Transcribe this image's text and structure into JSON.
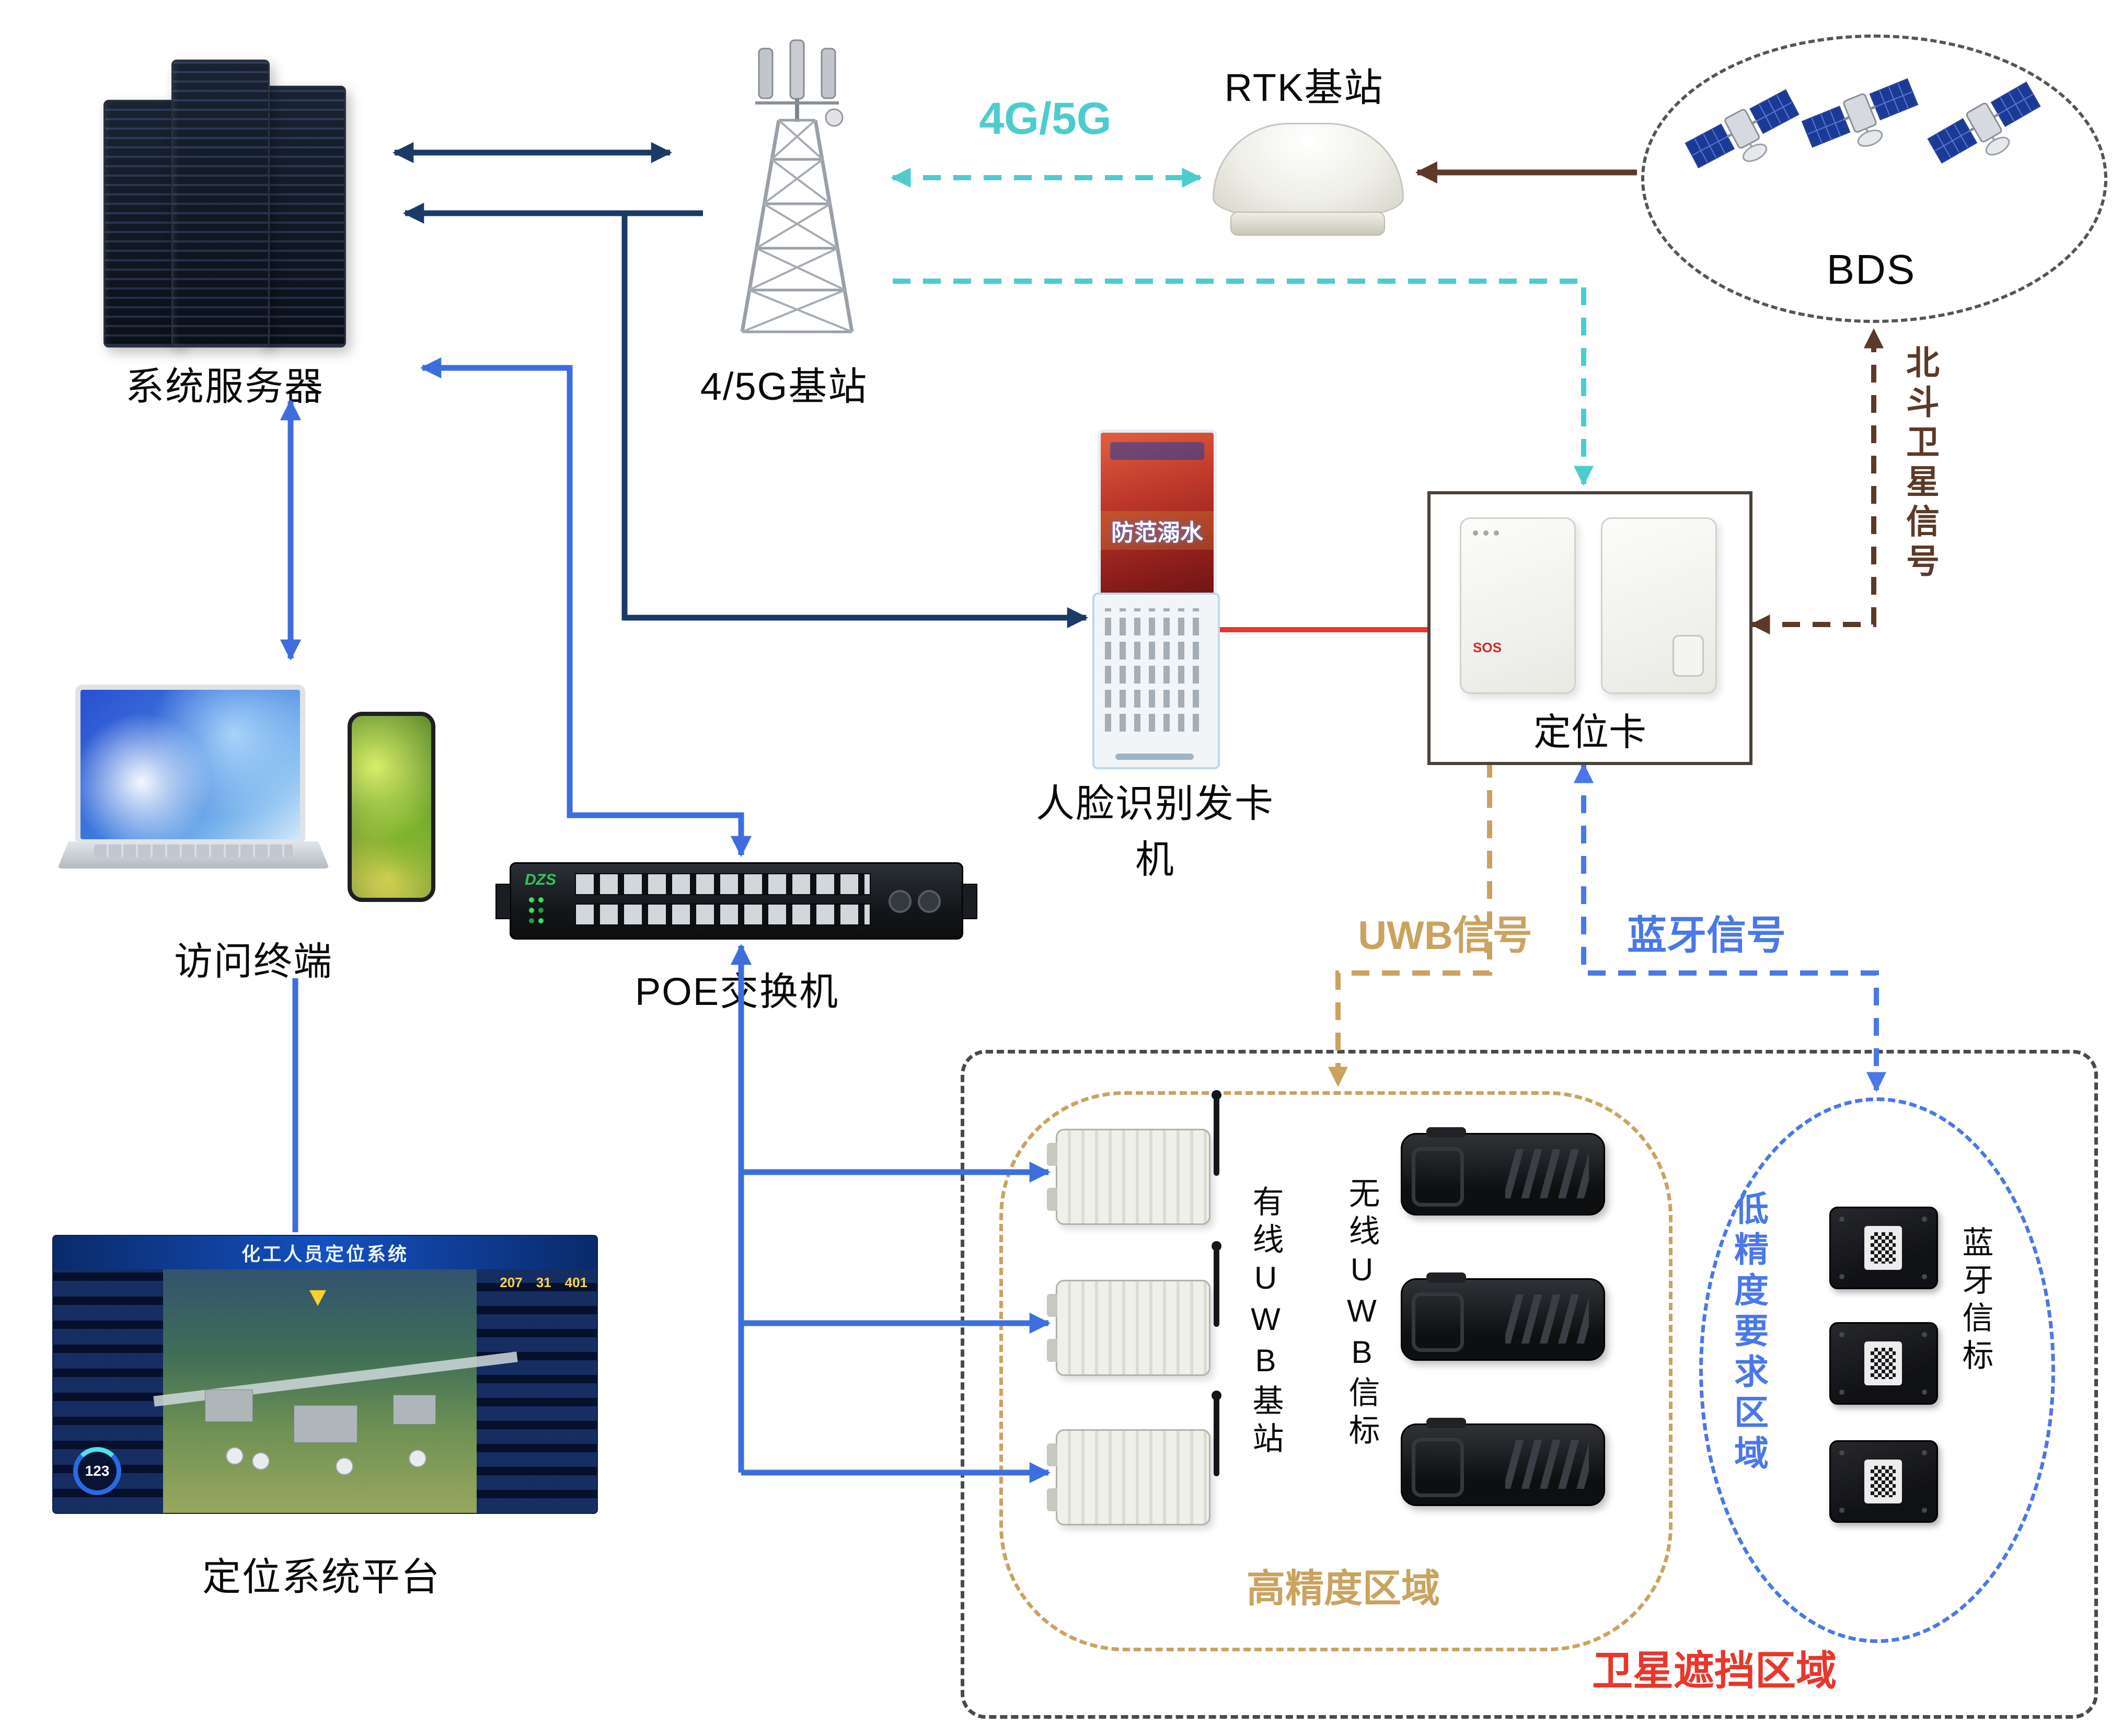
{
  "nodes": {
    "server": {
      "label": "系统服务器"
    },
    "tower": {
      "label": "4/5G基站"
    },
    "rtk": {
      "label": "RTK基站"
    },
    "bds": {
      "label": "BDS"
    },
    "kiosk": {
      "label": "人脸识别发卡机",
      "poster": "防范溺水"
    },
    "card": {
      "label": "定位卡",
      "sos": "SOS"
    },
    "terminal": {
      "label": "访问终端"
    },
    "poe": {
      "label": "POE交换机",
      "brand": "DZS"
    },
    "platform": {
      "label": "定位系统平台",
      "screen_title": "化工人员定位系统",
      "stats": [
        "207",
        "31",
        "401"
      ],
      "gauge": "123"
    },
    "wired_uwb": {
      "label": "有线UWB基站"
    },
    "wireless_uwb": {
      "label": "无线UWB信标"
    },
    "bt_beacon": {
      "label": "蓝牙信标"
    }
  },
  "signals": {
    "g45": "4G/5G",
    "beidou": "北斗卫星信号",
    "uwb": "UWB信号",
    "bluetooth": "蓝牙信号"
  },
  "regions": {
    "high_precision": "高精度区域",
    "low_precision": "低精度要求区域",
    "satellite_block": "卫星遮挡区域"
  },
  "colors": {
    "navy": "#1c3a66",
    "blue": "#3e6ede",
    "cyan": "#4ecccd",
    "brown": "#5c3a28",
    "tan": "#c9a35f",
    "signal_blue": "#4a78ea",
    "red": "#e8372c",
    "region_gray": "#4a4a4a"
  }
}
